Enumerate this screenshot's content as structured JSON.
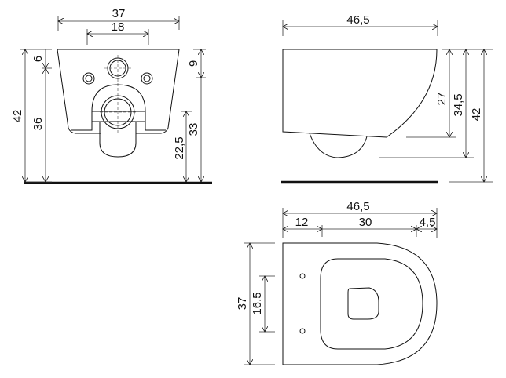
{
  "front_view": {
    "width_overall": "37",
    "inlet_spacing": "18",
    "height_overall": "42",
    "height_to_fixing": "36",
    "top_to_fixing": "6",
    "top_to_inlet": "9",
    "inlet_height": "33",
    "outlet_height": "22,5"
  },
  "side_view": {
    "depth": "46,5",
    "bowl_depth": "27",
    "outlet_level": "34,5",
    "height_overall": "42"
  },
  "top_view": {
    "depth": "46,5",
    "rear_to_seat": "12",
    "seat_length": "30",
    "front_overhang": "4,5",
    "width": "37",
    "fixing_spacing": "16,5"
  }
}
